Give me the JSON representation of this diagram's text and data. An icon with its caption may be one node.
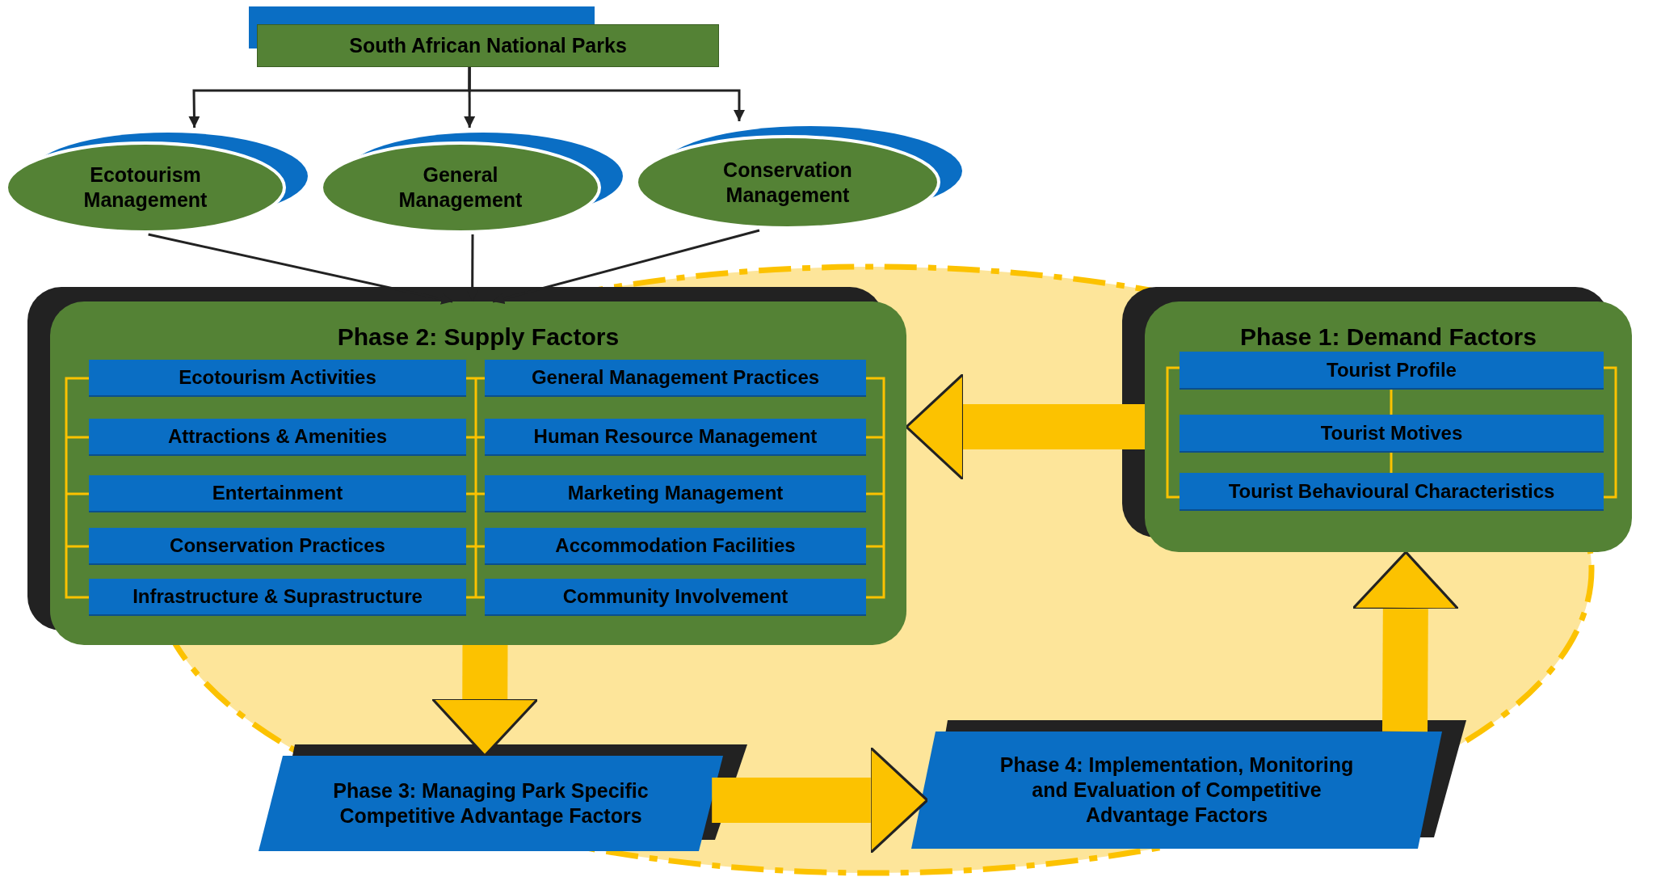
{
  "diagram": {
    "nodes": [
      {
        "text": [
          "South African National Parks"
        ]
      },
      {
        "text": [
          "Ecotourism Management"
        ]
      },
      {
        "text": [
          "General Management"
        ]
      },
      {
        "text": [
          "Conservation Management"
        ]
      },
      {
        "text": [
          "Phase 2: Supply Factors"
        ]
      },
      {
        "text": [
          "Ecotourism Activities"
        ],
        "in": 4
      },
      {
        "text": [
          "General Management Practices"
        ],
        "in": 4
      },
      {
        "text": [
          "Attractions & Amenities"
        ],
        "in": 4
      },
      {
        "text": [
          "Human Resource Management"
        ],
        "in": 4
      },
      {
        "text": [
          "Entertainment"
        ],
        "in": 4
      },
      {
        "text": [
          "Marketing Management"
        ],
        "in": 4
      },
      {
        "text": [
          "Conservation Practices"
        ],
        "in": 4
      },
      {
        "text": [
          "Accommodation Facilities"
        ],
        "in": 4
      },
      {
        "text": [
          "Infrastructure & Suprastructure"
        ],
        "in": 4
      },
      {
        "text": [
          "Community Involvement"
        ],
        "in": 4
      },
      {
        "text": [
          "Phase 1: Demand Factors"
        ]
      },
      {
        "text": [
          "Tourist Profile"
        ],
        "in": 15
      },
      {
        "text": [
          "Tourist Motives"
        ],
        "in": 15
      },
      {
        "text": [
          "Tourist Behavioural Characteristics"
        ],
        "in": 15
      },
      {
        "text": [
          "Phase 3: Managing Park Specific Competitive Advantage Factors"
        ]
      },
      {
        "text": [
          "Phase 4: Implementation, Monitoring and Evaluation of Competitive Advantage Factors"
        ]
      }
    ],
    "edges": [
      {
        "from": 0,
        "to": 1,
        "arrow": "to"
      },
      {
        "from": 0,
        "to": 2,
        "arrow": "to"
      },
      {
        "from": 0,
        "to": 3,
        "arrow": "to"
      },
      {
        "from": 1,
        "to": 4,
        "arrow": "to"
      },
      {
        "from": 2,
        "to": 4,
        "arrow": "to"
      },
      {
        "from": 3,
        "to": 4,
        "arrow": "to"
      },
      {
        "from": 15,
        "to": 4,
        "arrow": "to",
        "style": "thick",
        "color": "#fcc200"
      },
      {
        "from": 4,
        "to": 19,
        "arrow": "to",
        "style": "thick",
        "color": "#fcc200"
      },
      {
        "from": 19,
        "to": 20,
        "arrow": "to",
        "style": "thick",
        "color": "#fcc200"
      },
      {
        "from": 20,
        "to": 15,
        "arrow": "to",
        "style": "thick",
        "color": "#fcc200"
      }
    ]
  }
}
